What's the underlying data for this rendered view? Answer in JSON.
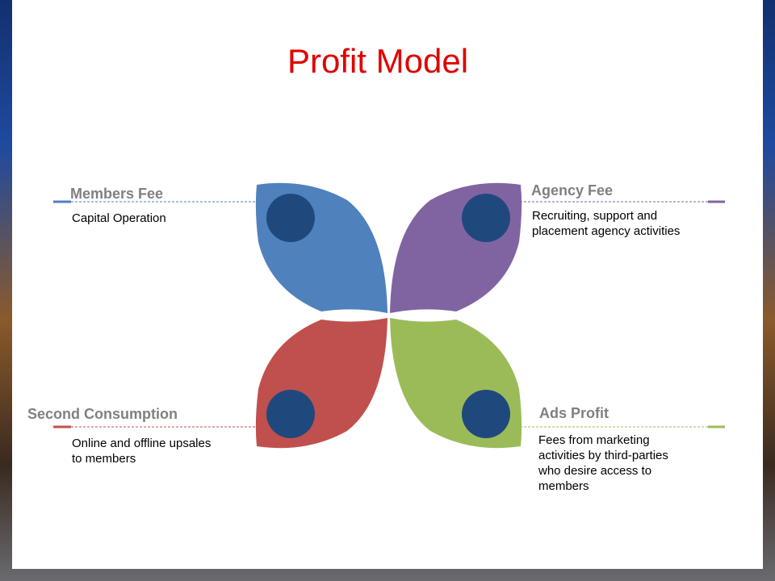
{
  "title": "Profit Model",
  "colors": {
    "blue": "#4f81bd",
    "purple": "#8064a2",
    "red": "#c0504d",
    "green": "#9bbb59",
    "dot": "#1f497d",
    "title": "#e00000"
  },
  "items": [
    {
      "heading": "Members Fee",
      "desc": [
        "Capital Operation"
      ]
    },
    {
      "heading": "Agency Fee",
      "desc": [
        "Recruiting, support and",
        "placement agency activities"
      ]
    },
    {
      "heading": "Second Consumption",
      "desc": [
        "Online and offline upsales",
        "to members"
      ]
    },
    {
      "heading": "Ads Profit",
      "desc": [
        "Fees from marketing",
        "activities by third-parties",
        "who desire access to",
        "members"
      ]
    }
  ]
}
